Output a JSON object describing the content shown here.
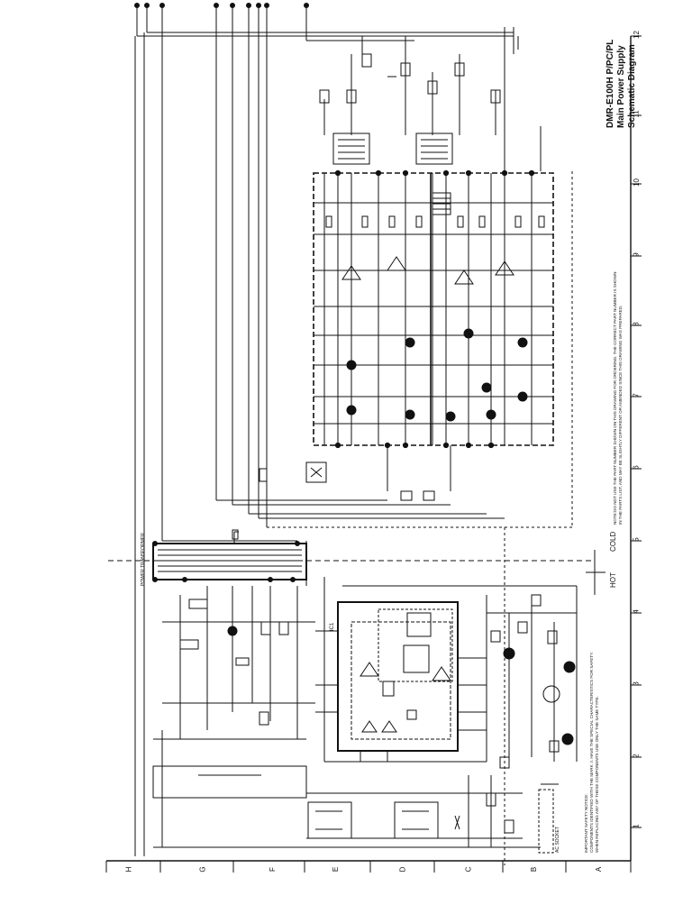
{
  "title_block": {
    "line1": "DMR-E100H P/PC/PL",
    "line2": "Main Power Supply",
    "line3": "Schematic Diagram"
  },
  "notes": {
    "note_right_1": "NOTE:DO NOT USE THE PART NUMBER SHOWN ON THIS DRAWING FOR ORDERING. THE CORRECT PART NUMBER IS SHOWN",
    "note_right_2": "IN THE PARTS LIST, AND MAY BE SLIGHTLY DIFFERENT OR AMENDED SINCE THIS DRAWING WAS PREPARED.",
    "safety_1": "IMPORTANT SAFETY NOTICE:",
    "safety_2": "COMPONENTS IDENTIFIED WITH THE MARK ⚠ HAVE THE SPECIAL CHARACTERISTICS FOR SAFETY.",
    "safety_3": "WHEN REPLACING ANY OF THESE COMPONENTS USE ONLY THE SAME TYPE."
  },
  "labels": {
    "hot": "HOT",
    "cold": "COLD",
    "transformer": "POWER TRANSFORMER",
    "ic": "IC1",
    "ac_socket": "AC SOCKET"
  },
  "grid": {
    "columns": [
      "1",
      "2",
      "3",
      "4",
      "5",
      "6",
      "7",
      "8",
      "9",
      "10",
      "11",
      "12"
    ],
    "rows": [
      "A",
      "B",
      "C",
      "D",
      "E",
      "F",
      "G",
      "H"
    ]
  }
}
